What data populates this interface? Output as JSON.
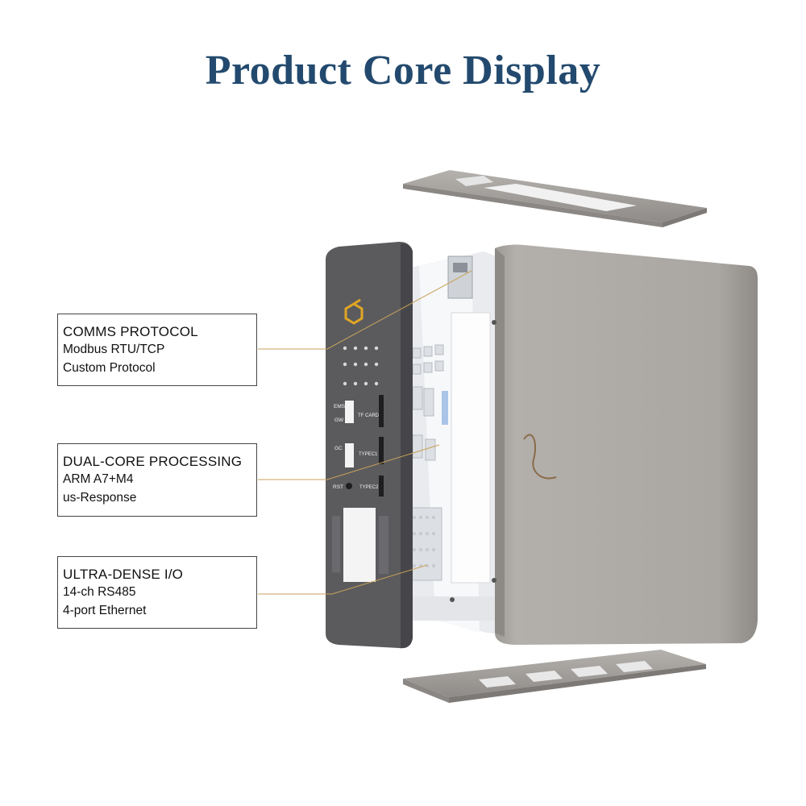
{
  "title": "Product Core Display",
  "callouts": [
    {
      "heading": "COMMS PROTOCOL",
      "lines": [
        "Modbus RTU/TCP",
        "Custom Protocol"
      ]
    },
    {
      "heading": "DUAL-CORE PROCESSING",
      "lines": [
        "ARM A7+M4",
        "us-Response"
      ]
    },
    {
      "heading": "ULTRA-DENSE I/O",
      "lines": [
        "14-ch RS485",
        "4-port Ethernet"
      ]
    }
  ],
  "panel": {
    "ems": "EMS",
    "gw": "GW",
    "tf_card": "TF CARD",
    "gc": "GC",
    "typec1": "TYPEC1",
    "typec2": "TYPEC2",
    "rst": "RST"
  },
  "colors": {
    "title": "#234a6e",
    "accent_line": "#c9a25a",
    "panel": "#5b5b5e",
    "housing": "#aaa6a2"
  },
  "icons": [
    "hexagon-logo-icon"
  ]
}
